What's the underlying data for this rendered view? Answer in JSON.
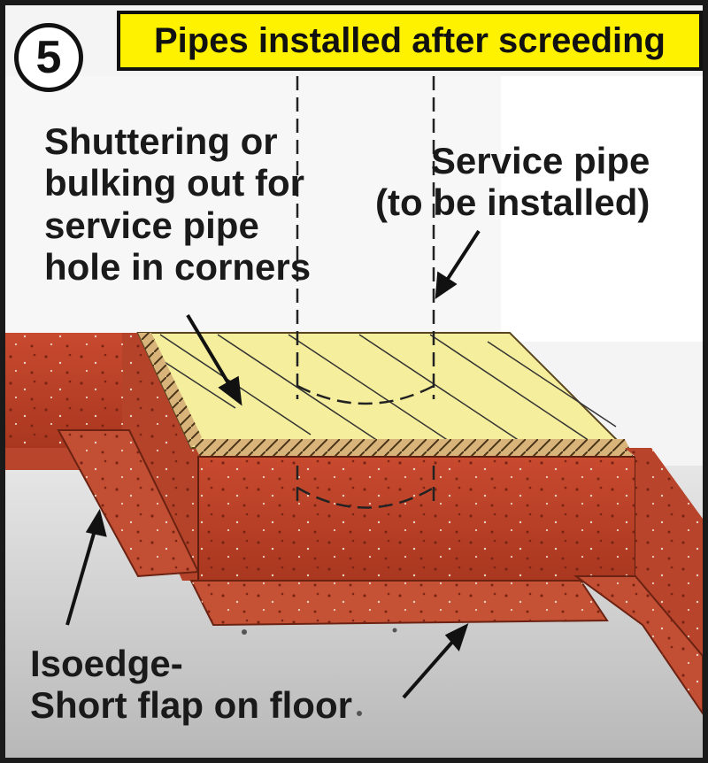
{
  "step_number": "5",
  "title": "Pipes installed after screeding",
  "labels": {
    "shuttering": [
      "Shuttering or",
      "bulking out for",
      "service pipe",
      "hole in corners"
    ],
    "service_pipe": [
      "Service pipe",
      "(to be installed)"
    ],
    "isoedge": [
      "Isoedge-",
      "Short flap on floor"
    ]
  },
  "colors": {
    "banner": "#fff200",
    "insulation": "#c0432c",
    "screed_top": "#f5ee9c",
    "floor": "#d9d9d9"
  }
}
